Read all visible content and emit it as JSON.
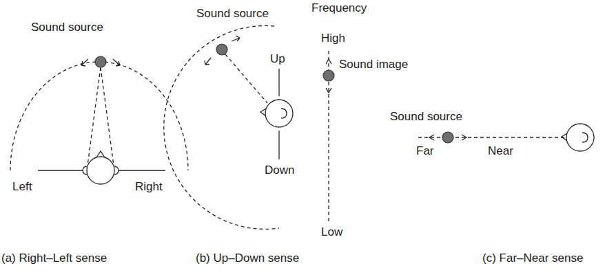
{
  "diagram": {
    "labels": [
      "Sound source",
      "Left",
      "Right",
      "Sound source",
      "Frequency",
      "High",
      "Up",
      "Sound image",
      "Down",
      "Low",
      "Sound source",
      "Far",
      "Near",
      "(a) Right–Left sense",
      "(b) Up–Down sense",
      "(c) Far–Near sense"
    ]
  }
}
